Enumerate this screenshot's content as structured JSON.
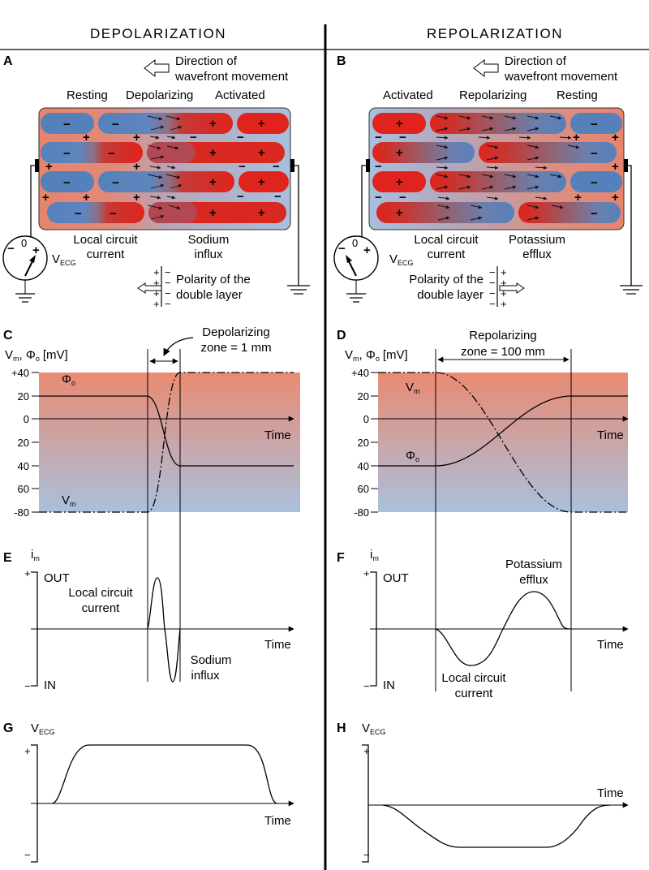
{
  "headers": {
    "left": "DEPOLARIZATION",
    "right": "REPOLARIZATION"
  },
  "panels": {
    "A": {
      "letter": "A",
      "direction": [
        "Direction of",
        "wavefront movement"
      ],
      "zones": [
        "Resting",
        "Depolarizing",
        "Activated"
      ],
      "current_label": [
        "Local circuit",
        "current"
      ],
      "ion_label": [
        "Sodium",
        "influx"
      ],
      "polarity": [
        "Polarity of the",
        "double layer"
      ]
    },
    "B": {
      "letter": "B",
      "direction": [
        "Direction of",
        "wavefront movement"
      ],
      "zones": [
        "Activated",
        "Repolarizing",
        "Resting"
      ],
      "current_label": [
        "Local circuit",
        "current"
      ],
      "ion_label": [
        "Potassium",
        "efflux"
      ],
      "polarity": [
        "Polarity of the",
        "double layer"
      ]
    },
    "C": {
      "letter": "C",
      "zone": [
        "Depolarizing",
        "zone = 1 mm"
      ],
      "y_ticks": [
        "+40",
        "20",
        "0",
        "20",
        "40",
        "60",
        "-80"
      ],
      "x_label": "Time",
      "curves": {
        "phi": "Φ",
        "vm": "V"
      }
    },
    "D": {
      "letter": "D",
      "zone": [
        "Repolarizing",
        "zone = 100 mm"
      ],
      "y_ticks": [
        "+40",
        "20",
        "0",
        "20",
        "40",
        "60",
        "-80"
      ],
      "x_label": "Time",
      "curves": {
        "phi": "Φ",
        "vm": "V"
      }
    },
    "E": {
      "letter": "E",
      "out": "OUT",
      "in": "IN",
      "current_label": [
        "Local circuit",
        "current"
      ],
      "ion_label": [
        "Sodium",
        "influx"
      ],
      "x_label": "Time"
    },
    "F": {
      "letter": "F",
      "out": "OUT",
      "in": "IN",
      "current_label": [
        "Local circuit",
        "current"
      ],
      "ion_label": [
        "Potassium",
        "efflux"
      ],
      "x_label": "Time"
    },
    "G": {
      "letter": "G",
      "x_label": "Time"
    },
    "H": {
      "letter": "H",
      "x_label": "Time"
    }
  },
  "symbols": {
    "v_main": "V",
    "ecg_sub": "ECG",
    "vm_main": "V",
    "m_sub": "m",
    "phi_main": "Φ",
    "o_sub": "o",
    "i_main": "i",
    "unit": "[mV]",
    "plus": "+",
    "minus": "−",
    "zero": "0"
  },
  "colors": {
    "red": "#e0231c",
    "blue": "#5b87bd",
    "salmon": "#e8826c",
    "lightblue": "#a4bfdc"
  }
}
